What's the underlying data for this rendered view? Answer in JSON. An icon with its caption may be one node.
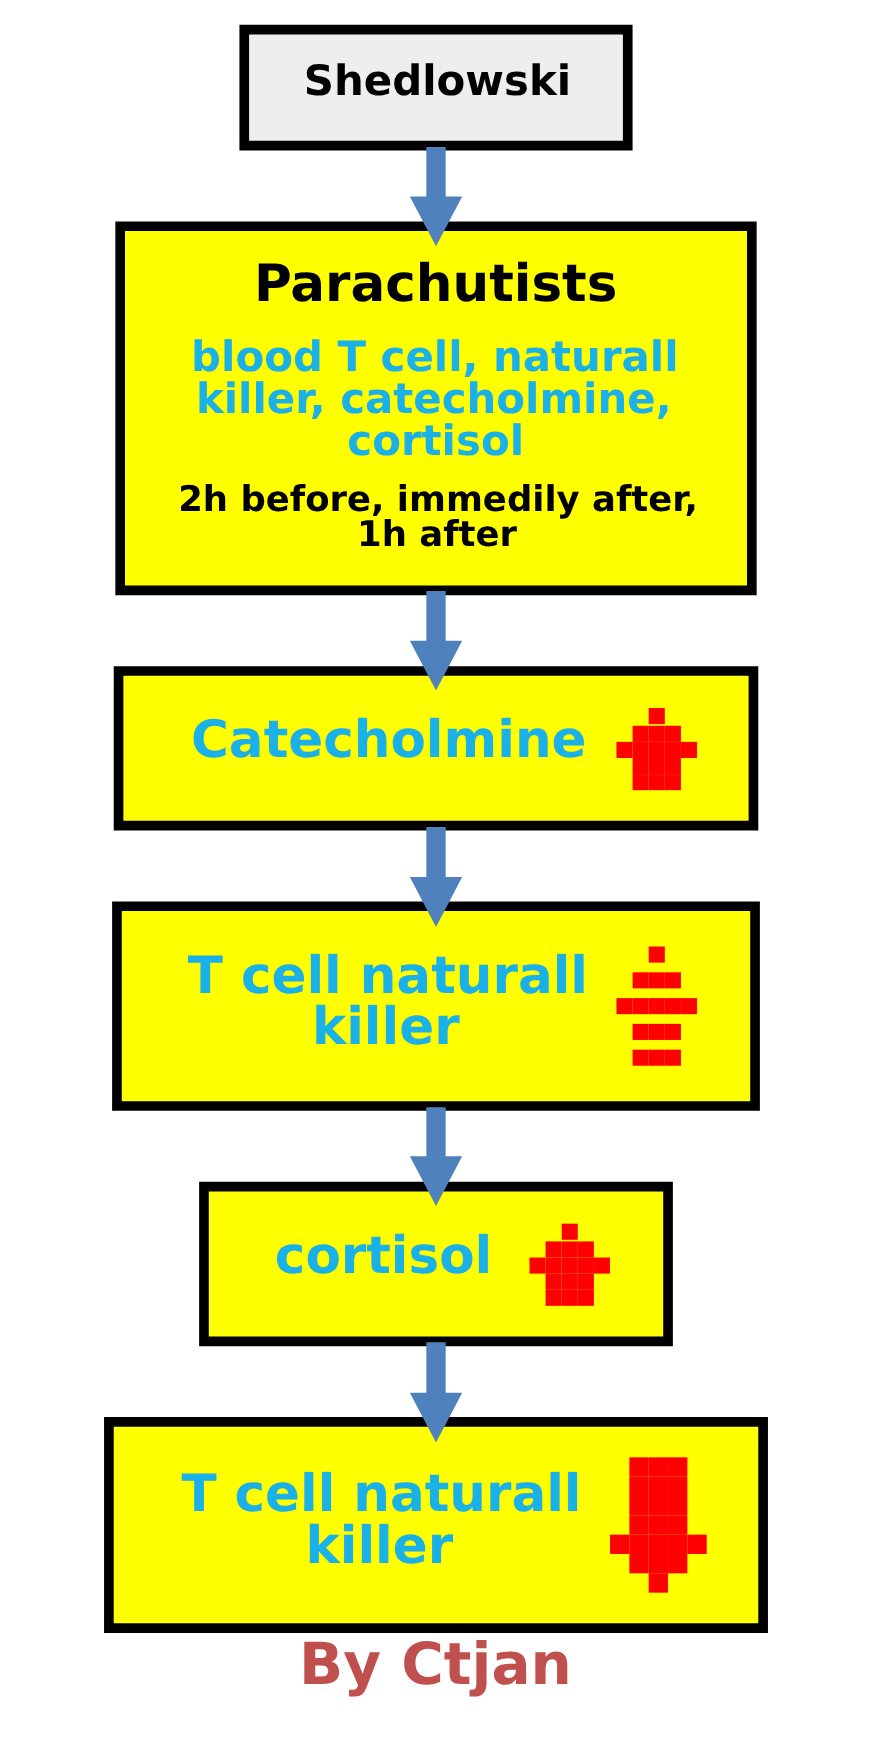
{
  "diagram": {
    "caption": "By Ctjan",
    "nodes": [
      {
        "text": [
          "Shedlowski"
        ]
      },
      {
        "text": [
          "Parachutists",
          "blood T cell, naturall killer, catecholmine, cortisol",
          "2h before, immedily after, 1h after"
        ]
      },
      {
        "text": [
          "Catecholmine"
        ]
      },
      {
        "text": [
          "T cell naturall killer"
        ]
      },
      {
        "text": [
          "cortisol"
        ]
      },
      {
        "text": [
          "T cell naturall killer"
        ]
      }
    ],
    "edges": [
      {
        "from": 0,
        "to": 1,
        "arrow": "to"
      },
      {
        "from": 1,
        "to": 2,
        "arrow": "to"
      },
      {
        "from": 2,
        "to": 3,
        "arrow": "to"
      },
      {
        "from": 3,
        "to": 4,
        "arrow": "to"
      },
      {
        "from": 4,
        "to": 5,
        "arrow": "to"
      }
    ]
  }
}
